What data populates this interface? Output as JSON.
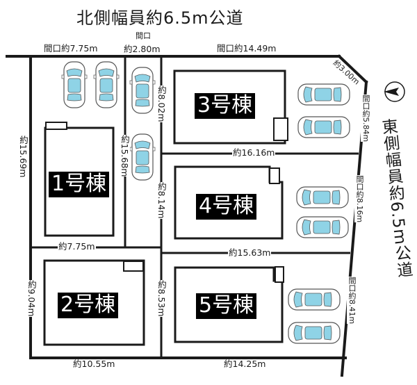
{
  "roads": {
    "north": "北側幅員約6.5m公道",
    "east": "東側幅員約6.5m公道"
  },
  "buildings": {
    "b1": "1号棟",
    "b2": "2号棟",
    "b3": "3号棟",
    "b4": "4号棟",
    "b5": "5号棟"
  },
  "dimensions": {
    "frontage_775": "間口約7.75m",
    "frontage_280_a": "間口",
    "frontage_280_b": "約2.80m",
    "frontage_1449": "間口約14.49m",
    "corner_300": "約3.00m",
    "frontage_584": "間口約5.84m",
    "frontage_816": "間口約8.16m",
    "frontage_841": "間口約8.41m",
    "depth_1569": "約15.69m",
    "depth_1568": "約15.68m",
    "depth_802": "約8.02m",
    "depth_814": "約8.14m",
    "depth_853": "約8.53m",
    "depth_904": "約9.04m",
    "width_1616": "約16.16m",
    "width_1563": "約15.63m",
    "width_775": "約7.75m",
    "width_1055": "約10.55m",
    "width_1425": "約14.25m"
  },
  "colors": {
    "car_glass": "#8fd3e6",
    "car_body": "#ffffff",
    "line": "#1a1a1a",
    "building": "#000000"
  }
}
